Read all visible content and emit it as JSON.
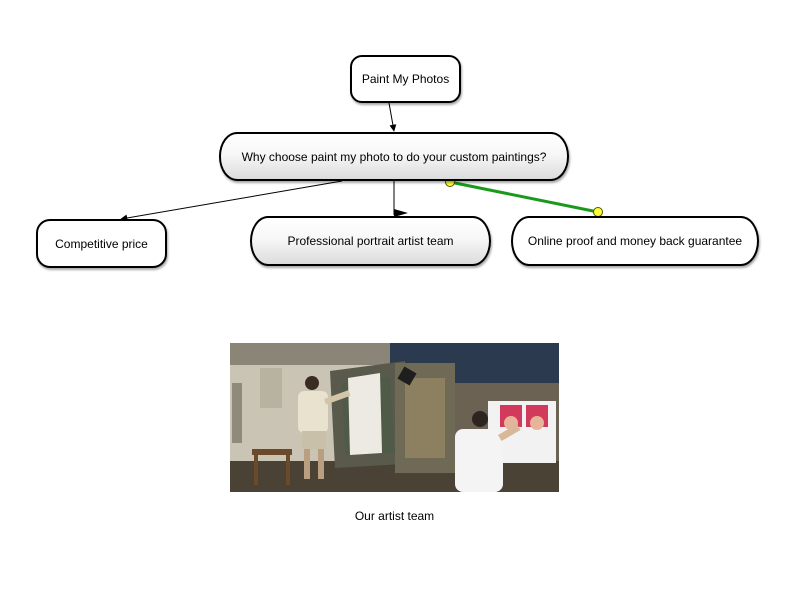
{
  "diagram": {
    "root": {
      "label": "Paint My Photos"
    },
    "question": {
      "label": "Why choose paint my photo to do your custom paintings?"
    },
    "children": [
      {
        "label": "Competitive price"
      },
      {
        "label": "Professional portrait artist team"
      },
      {
        "label": "Online proof and money back guarantee"
      }
    ],
    "colors": {
      "edge": "#000000",
      "selected_edge": "#1a9a1a",
      "handle_fill": "#ffff33",
      "handle_stroke": "#555500"
    }
  },
  "photo": {
    "caption": "Our artist team"
  }
}
